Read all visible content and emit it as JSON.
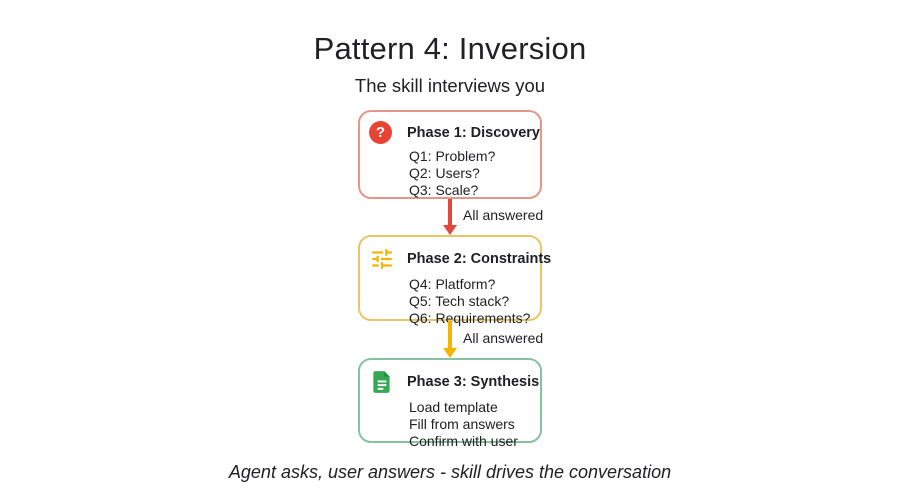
{
  "page": {
    "title": "Pattern 4: Inversion",
    "subtitle": "The skill interviews you",
    "footer": "Agent asks, user answers - skill drives the conversation"
  },
  "icons": {
    "help_glyph": "?",
    "phase1": "help-circle-icon",
    "phase2": "tune-sliders-icon",
    "phase3": "document-icon"
  },
  "colors": {
    "text": "#202124",
    "red-icon": "#E94335",
    "red-border": "#E5968A",
    "red-arrow": "#E2483B",
    "yellow-icon": "#F4B400",
    "yellow-border": "#EAC566",
    "yellow-arrow": "#F4B400",
    "green-icon": "#34A853",
    "green-fold": "#1E8E3E",
    "green-border": "#85C29F"
  },
  "phases": [
    {
      "title": "Phase 1: Discovery",
      "lines": [
        "Q1: Problem?",
        "Q2: Users?",
        "Q3: Scale?"
      ]
    },
    {
      "title": "Phase 2: Constraints",
      "lines": [
        "Q4: Platform?",
        "Q5: Tech stack?",
        "Q6: Requirements?"
      ]
    },
    {
      "title": "Phase 3: Synthesis",
      "lines": [
        "Load template",
        "Fill from answers",
        "Confirm with user"
      ]
    }
  ],
  "connectors": [
    {
      "label": "All answered"
    },
    {
      "label": "All answered"
    }
  ]
}
